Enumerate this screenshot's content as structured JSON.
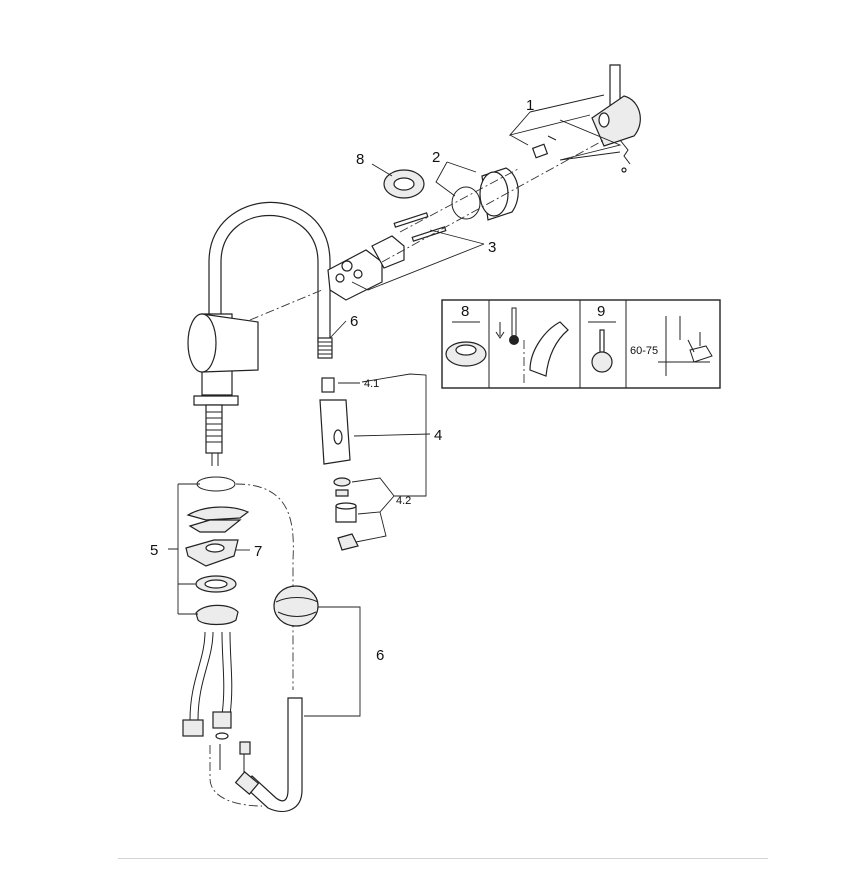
{
  "diagram": {
    "callouts": {
      "c1": "1",
      "c2": "2",
      "c3": "3",
      "c4": "4",
      "c41": "4.1",
      "c42": "4.2",
      "c5": "5",
      "c6_top": "6",
      "c6_bottom": "6",
      "c7": "7",
      "c8": "8"
    },
    "legend": {
      "p8": "8",
      "p9": "9",
      "dim": "60-75"
    }
  }
}
